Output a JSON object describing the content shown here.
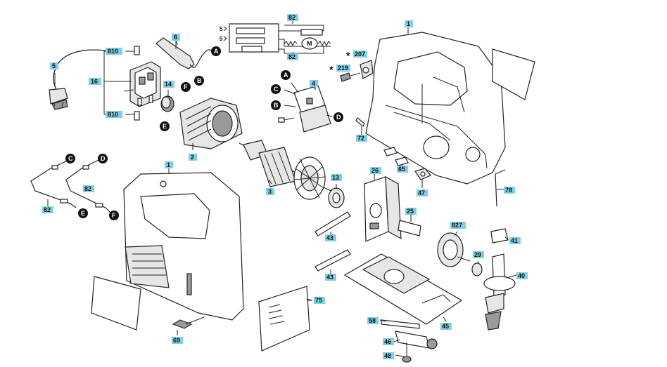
{
  "parts": {
    "p1a": "1",
    "p1b": "1",
    "p2": "2",
    "p3": "3",
    "p4": "4",
    "p5": "5",
    "p6": "6",
    "p13": "13",
    "p14": "14",
    "p16": "16",
    "p25": "25",
    "p26": "26",
    "p29": "29",
    "p40": "40",
    "p41": "41",
    "p43a": "43",
    "p43b": "43",
    "p45": "45",
    "p46": "46",
    "p47": "47",
    "p48": "48",
    "p58": "58",
    "p65": "65",
    "p69": "69",
    "p72": "72",
    "p75": "75",
    "p78": "78",
    "p82a": "82",
    "p82b": "82",
    "p82c": "82",
    "p82d": "82",
    "p207": "207",
    "p219": "219",
    "p810a": "810",
    "p810b": "810",
    "p827": "827"
  },
  "markers": {
    "A1": "A",
    "A2": "A",
    "B1": "B",
    "B2": "B",
    "C1": "C",
    "C2": "C",
    "D1": "D",
    "D2": "D",
    "E1": "E",
    "E2": "E",
    "F1": "F",
    "F2": "F"
  },
  "stars": {
    "s207": "*",
    "s219": "*"
  },
  "schematic": {
    "five_top": "5",
    "five_bottom": "5",
    "motor": "M"
  }
}
